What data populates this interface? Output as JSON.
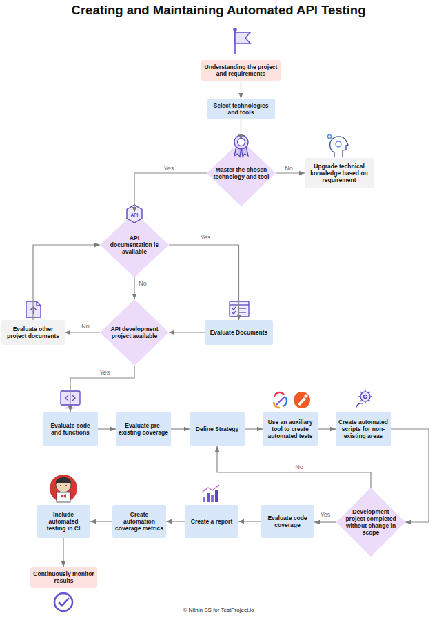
{
  "diagram": {
    "title": "Creating and Maintaining Automated API Testing",
    "caption": "© Nithin SS for TestProject.io",
    "nodes": [
      {
        "text": [
          "Understanding the project and requirements"
        ]
      },
      {
        "text": [
          "Select technologies and tools"
        ]
      },
      {
        "text": [
          "Master the chosen technology and tool"
        ]
      },
      {
        "text": [
          "Upgrade technical knowledge based on requirement"
        ]
      },
      {
        "text": [
          "API documentation is available"
        ]
      },
      {
        "text": [
          "Evaluate Documents"
        ]
      },
      {
        "text": [
          "API development project available"
        ]
      },
      {
        "text": [
          "Evaluate other project documents"
        ]
      },
      {
        "text": [
          "Evaluate code and functions"
        ]
      },
      {
        "text": [
          "Evaluate pre-existing coverage"
        ]
      },
      {
        "text": [
          "Define Strategy"
        ]
      },
      {
        "text": [
          "Use an auxiliary tool to create automated tests"
        ]
      },
      {
        "text": [
          "Create automated scripts for non-existing areas"
        ]
      },
      {
        "text": [
          "Development project completed without change in scope"
        ]
      },
      {
        "text": [
          "Evaluate code coverage"
        ]
      },
      {
        "text": [
          "Create a report"
        ]
      },
      {
        "text": [
          "Create automation coverage metrics"
        ]
      },
      {
        "text": [
          "Include automated testing in CI"
        ]
      },
      {
        "text": [
          "Continuously monitor results"
        ]
      }
    ],
    "edges": [
      {
        "from": 0,
        "to": 1,
        "arrow": "to"
      },
      {
        "from": 1,
        "to": 2,
        "arrow": "to"
      },
      {
        "from": 2,
        "to": 4,
        "label": "Yes",
        "arrow": "to"
      },
      {
        "from": 2,
        "to": 3,
        "label": "No",
        "arrow": "to"
      },
      {
        "from": 4,
        "to": 5,
        "label": "Yes",
        "arrow": "to"
      },
      {
        "from": 4,
        "to": 6,
        "label": "No",
        "arrow": "to"
      },
      {
        "from": 6,
        "to": 7,
        "label": "No",
        "arrow": "to"
      },
      {
        "from": 7,
        "to": 4,
        "arrow": "to"
      },
      {
        "from": 5,
        "to": 6,
        "arrow": "to"
      },
      {
        "from": 6,
        "to": 8,
        "label": "Yes",
        "arrow": "to"
      },
      {
        "from": 8,
        "to": 9,
        "arrow": "to"
      },
      {
        "from": 9,
        "to": 10,
        "arrow": "to"
      },
      {
        "from": 10,
        "to": 11,
        "arrow": "to"
      },
      {
        "from": 11,
        "to": 12,
        "arrow": "to"
      },
      {
        "from": 12,
        "to": 13,
        "arrow": "to"
      },
      {
        "from": 13,
        "to": 10,
        "label": "No",
        "arrow": "to"
      },
      {
        "from": 13,
        "to": 14,
        "label": "Yes",
        "arrow": "to"
      },
      {
        "from": 14,
        "to": 15,
        "arrow": "to"
      },
      {
        "from": 15,
        "to": 16,
        "arrow": "to"
      },
      {
        "from": 16,
        "to": 17,
        "arrow": "to"
      },
      {
        "from": 17,
        "to": 18,
        "arrow": "to"
      }
    ],
    "labels": [
      "API"
    ]
  }
}
